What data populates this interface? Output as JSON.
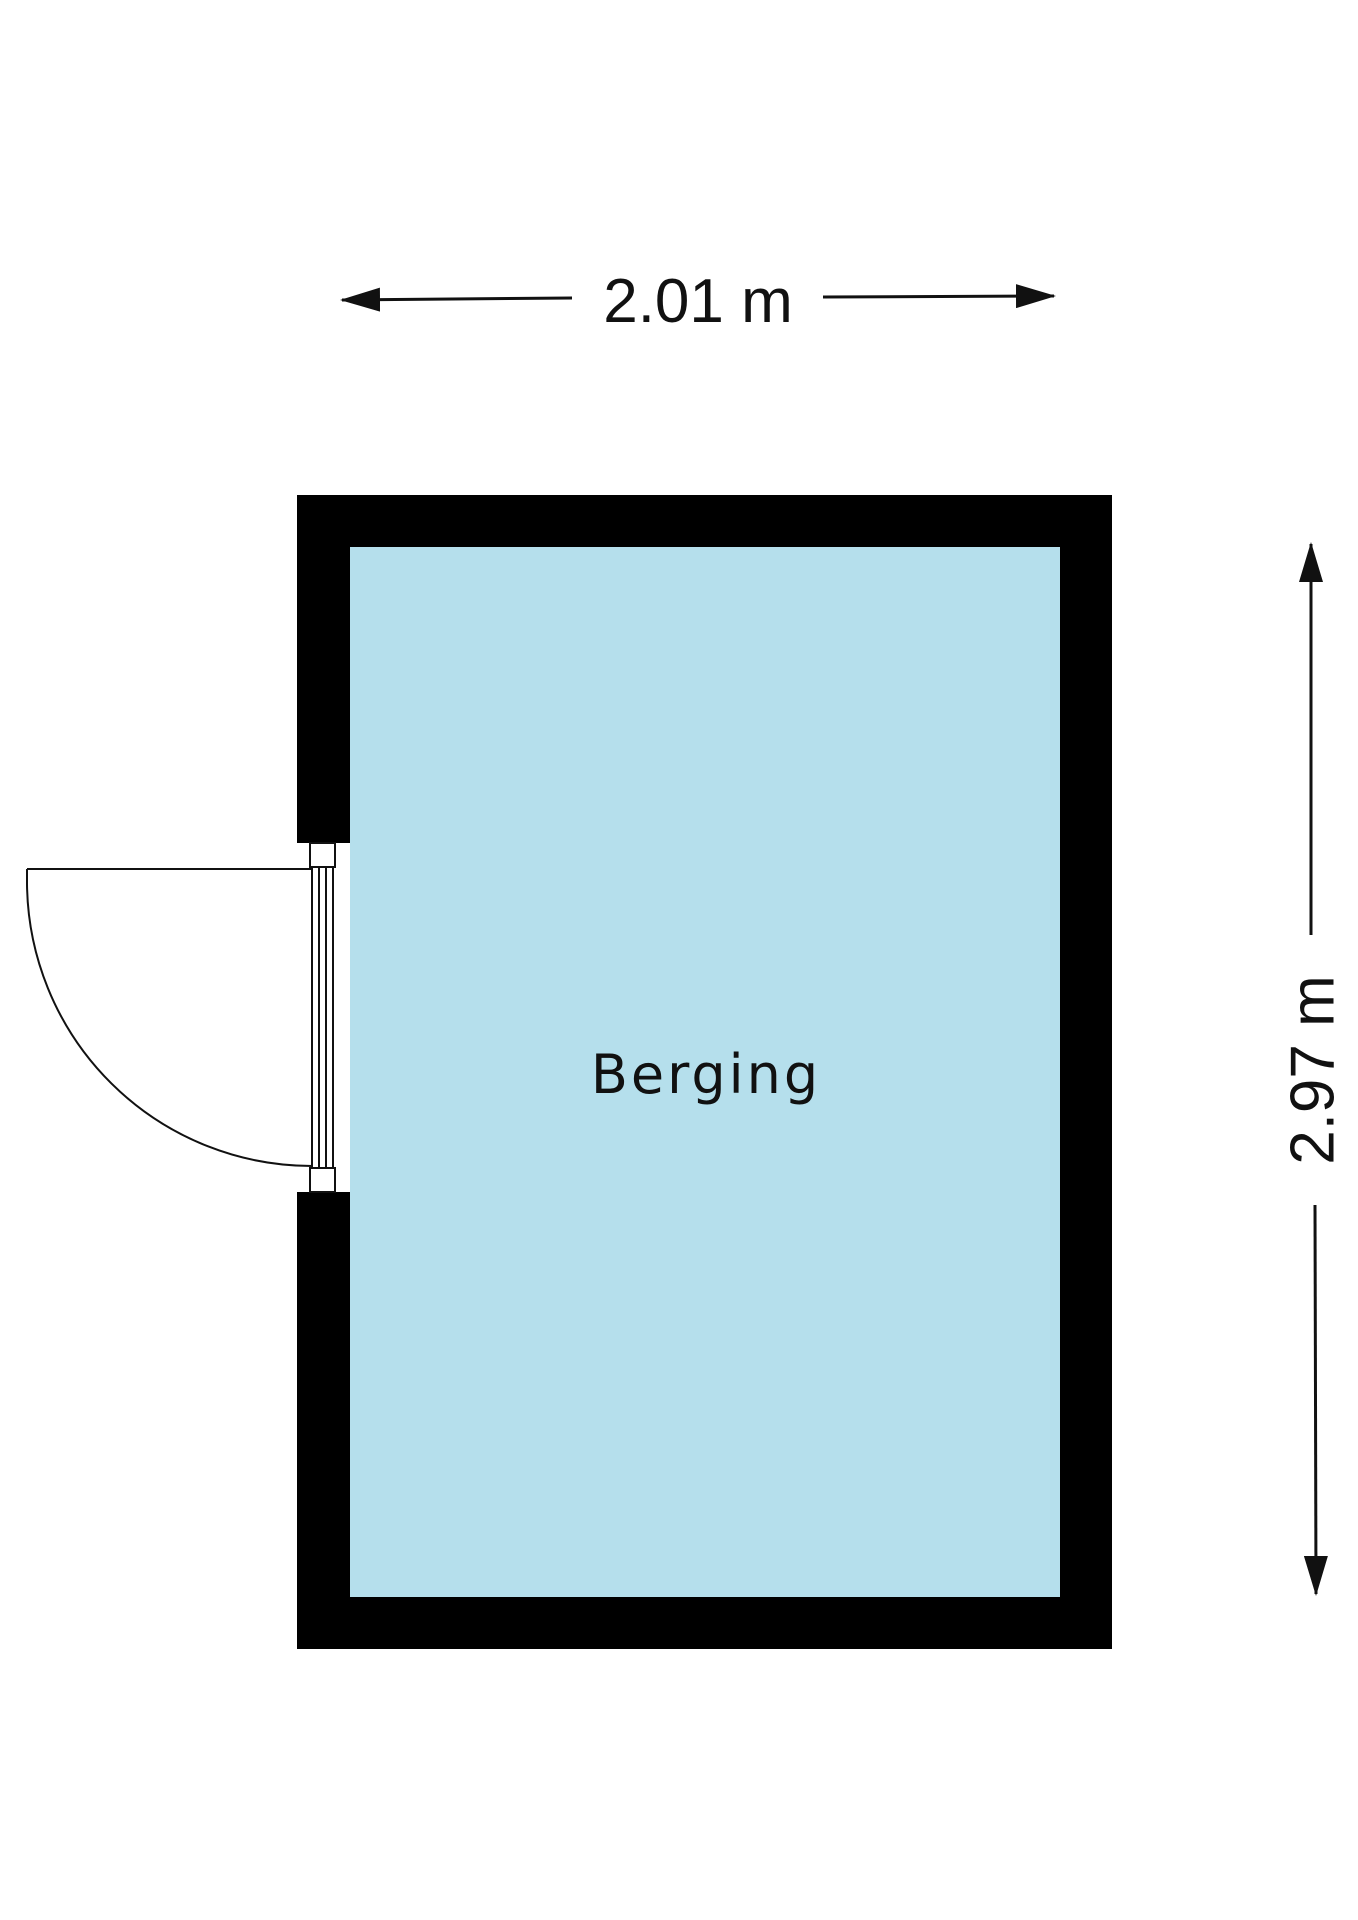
{
  "room": {
    "name": "Berging",
    "floor_color": "#b5dfec",
    "wall_color": "#000000"
  },
  "dimensions": {
    "width_label": "2.01 m",
    "height_label": "2.97 m"
  }
}
